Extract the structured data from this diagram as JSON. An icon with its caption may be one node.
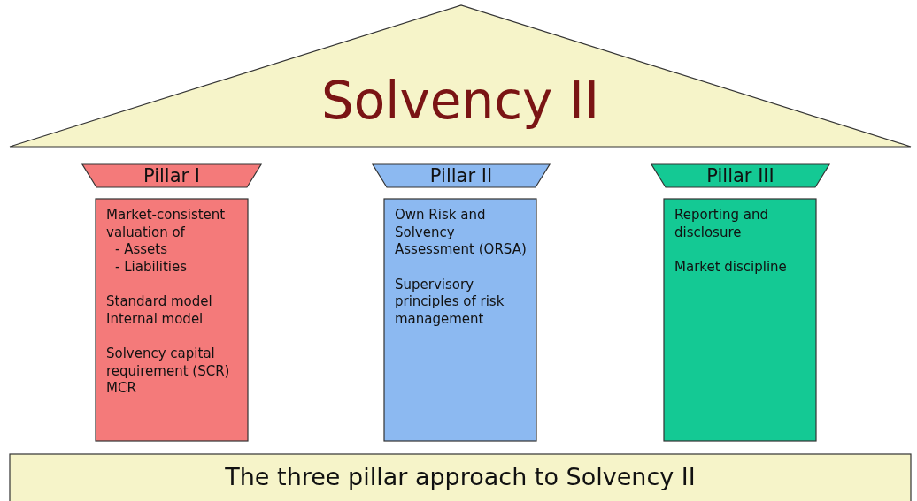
{
  "diagram": {
    "nodes": [
      {
        "text": [
          "Solvency II"
        ]
      },
      {
        "text": [
          "Pillar I"
        ]
      },
      {
        "text": [
          "Market-consistent valuation of",
          "- Assets",
          "- Liabilities",
          "Standard model",
          "Internal model",
          "Solvency capital requirement (SCR)",
          "MCR"
        ]
      },
      {
        "text": [
          "Pillar II"
        ]
      },
      {
        "text": [
          "Own Risk and Solvency Assessment (ORSA)",
          "Supervisory principles of risk management"
        ]
      },
      {
        "text": [
          "Pillar III"
        ]
      },
      {
        "text": [
          "Reporting and disclosure",
          "Market discipline"
        ]
      },
      {
        "text": [
          "The three pillar approach to Solvency II"
        ]
      }
    ],
    "edges": []
  }
}
